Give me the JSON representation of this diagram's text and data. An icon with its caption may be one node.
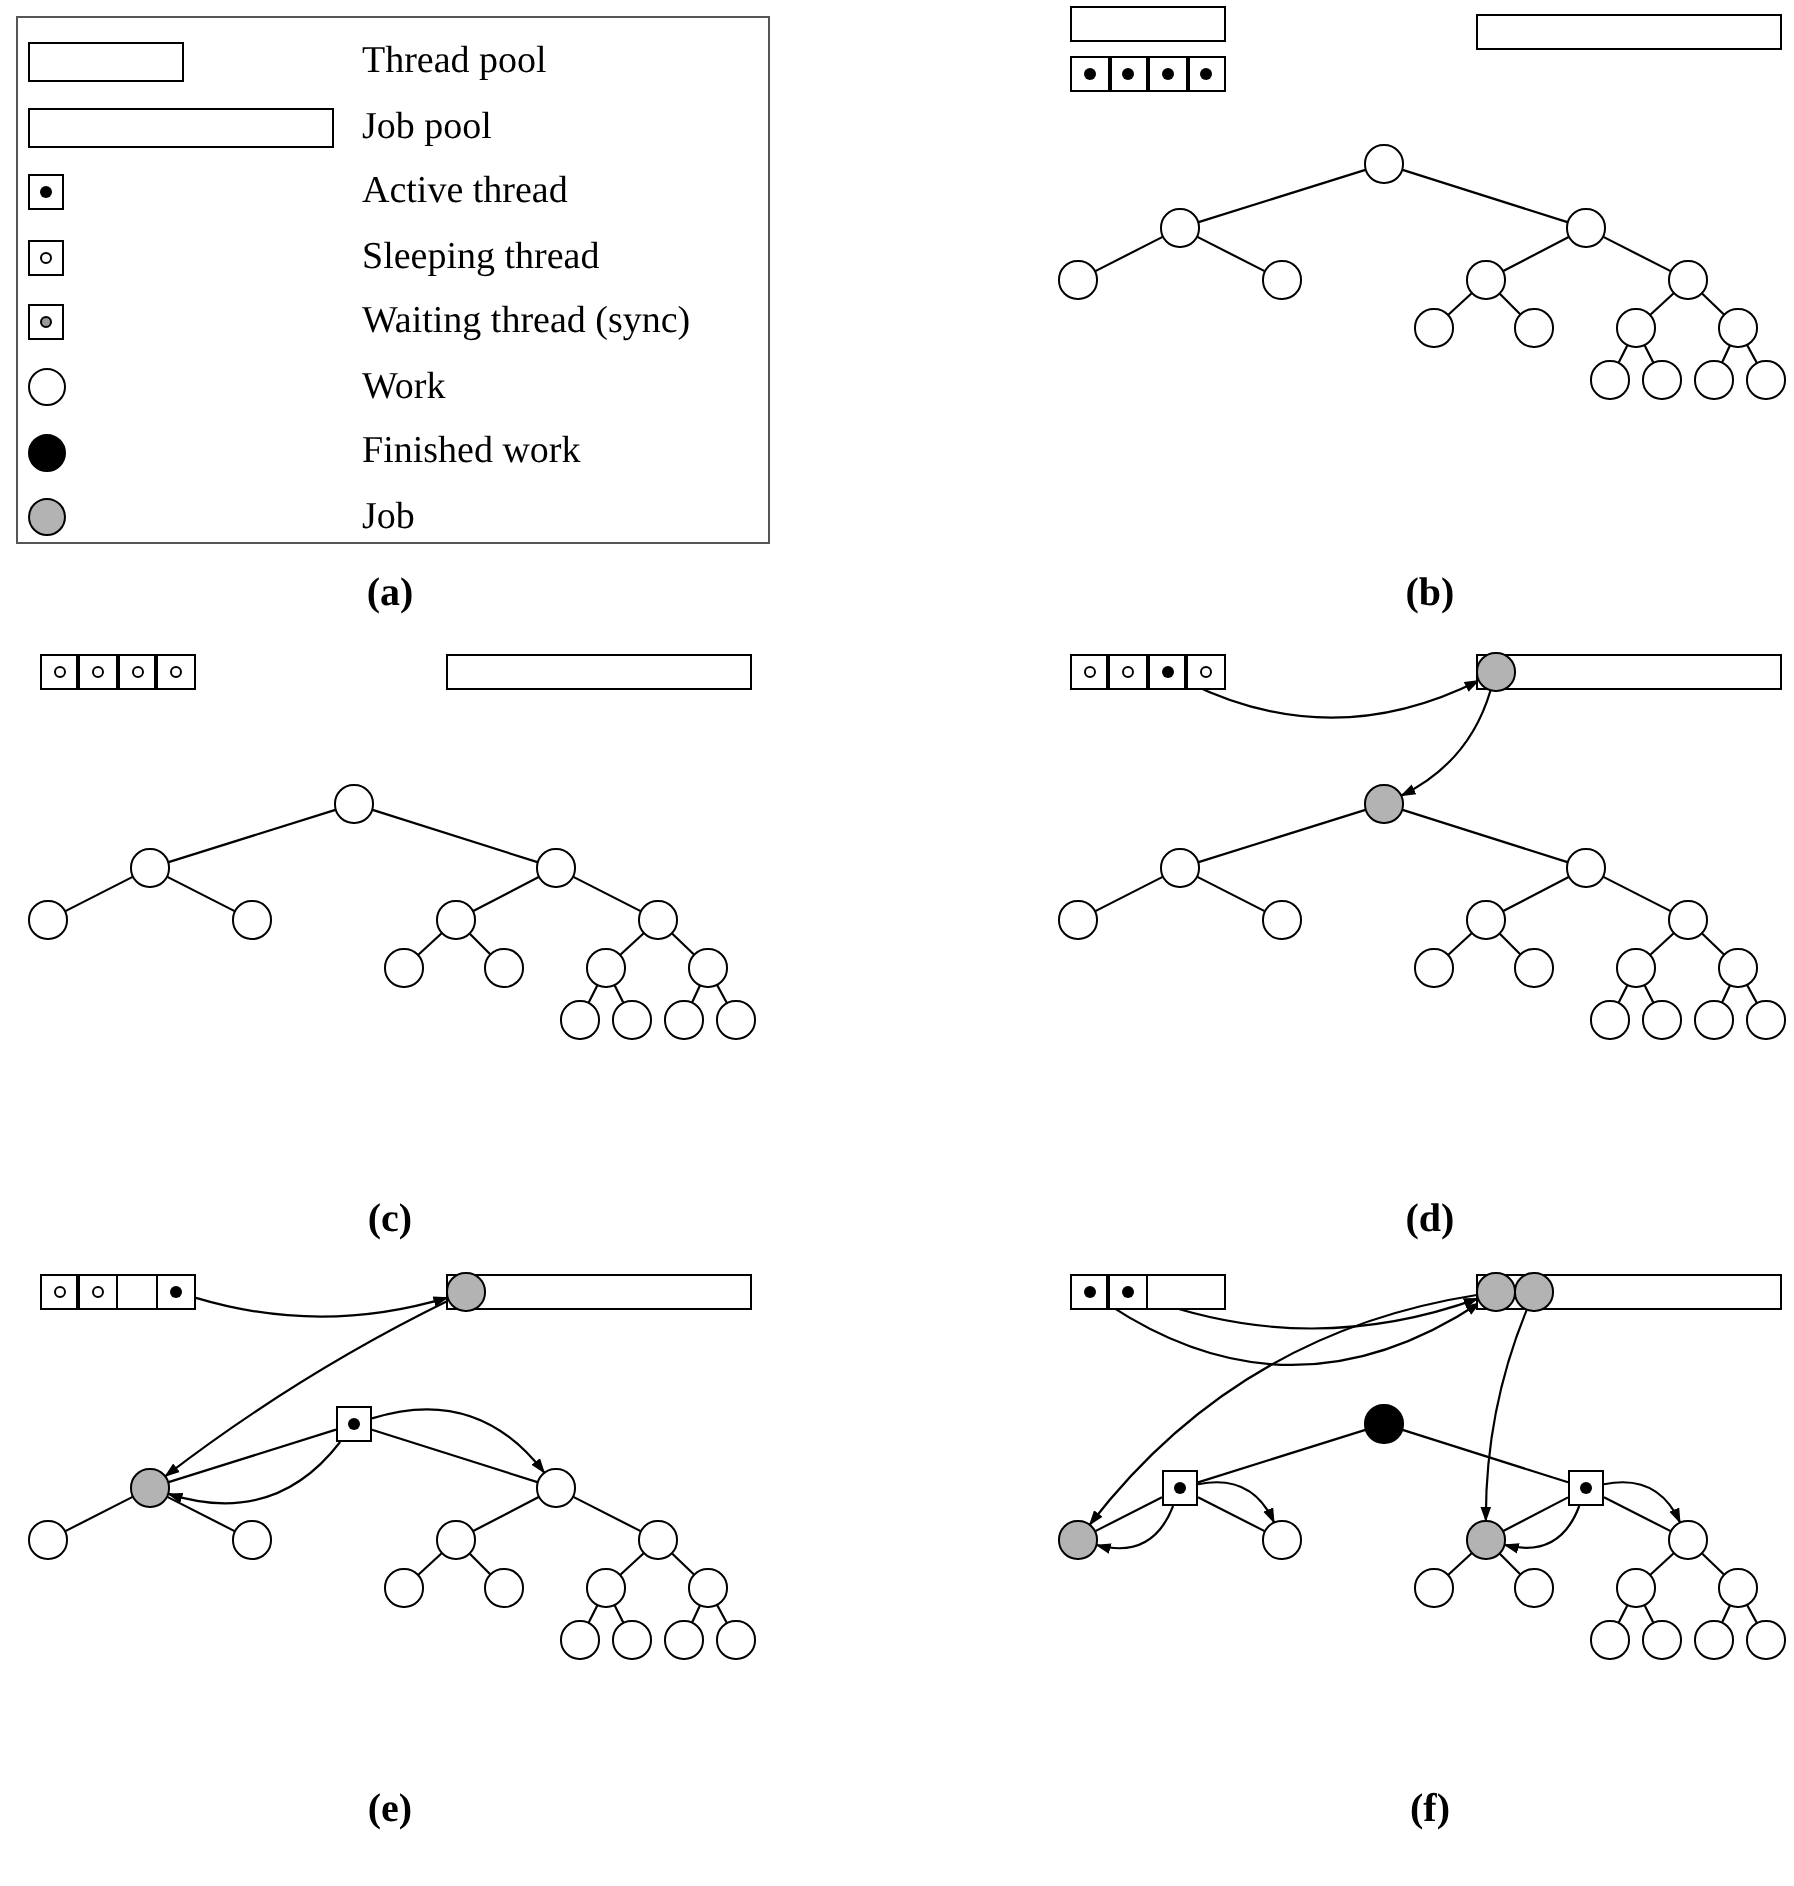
{
  "diagram": {
    "nodes": [
      {
        "text": [],
        "shape": "box"
      },
      {
        "text": [],
        "shape": "box"
      },
      {
        "text": [],
        "shape": "box"
      },
      {
        "text": [],
        "shape": "box"
      },
      {
        "text": [],
        "shape": "box"
      },
      {
        "text": [],
        "shape": "box"
      },
      {
        "text": [],
        "shape": "circle"
      },
      {
        "text": [],
        "shape": "circle"
      },
      {
        "text": [],
        "shape": "circle"
      },
      {
        "text": [],
        "shape": "circle"
      },
      {
        "text": [],
        "shape": "circle"
      },
      {
        "text": [],
        "shape": "circle"
      },
      {
        "text": [],
        "shape": "circle"
      },
      {
        "text": [],
        "shape": "circle"
      },
      {
        "text": [],
        "shape": "circle"
      },
      {
        "text": [],
        "shape": "circle"
      },
      {
        "text": [],
        "shape": "circle"
      },
      {
        "text": [],
        "shape": "circle"
      },
      {
        "text": [],
        "shape": "circle"
      },
      {
        "text": [],
        "shape": "circle"
      },
      {
        "text": [],
        "shape": "circle"
      },
      {
        "text": [],
        "shape": "box"
      },
      {
        "text": [],
        "shape": "box",
        "in": 21
      },
      {
        "text": [],
        "shape": "box",
        "in": 21
      },
      {
        "text": [],
        "shape": "box",
        "in": 21
      },
      {
        "text": [],
        "shape": "box",
        "in": 21
      },
      {
        "text": [],
        "shape": "box"
      },
      {
        "text": [],
        "shape": "circle"
      },
      {
        "text": [],
        "shape": "circle"
      },
      {
        "text": [],
        "shape": "circle"
      },
      {
        "text": [],
        "shape": "circle"
      },
      {
        "text": [],
        "shape": "circle"
      },
      {
        "text": [],
        "shape": "circle"
      },
      {
        "text": [],
        "shape": "circle"
      },
      {
        "text": [],
        "shape": "circle"
      },
      {
        "text": [],
        "shape": "circle"
      },
      {
        "text": [],
        "shape": "circle"
      },
      {
        "text": [],
        "shape": "circle"
      },
      {
        "text": [],
        "shape": "circle"
      },
      {
        "text": [],
        "shape": "circle"
      },
      {
        "text": [],
        "shape": "circle"
      },
      {
        "text": [],
        "shape": "circle"
      },
      {
        "text": [],
        "shape": "box"
      },
      {
        "text": [],
        "shape": "box",
        "in": 42
      },
      {
        "text": [],
        "shape": "box",
        "in": 42
      },
      {
        "text": [],
        "shape": "box",
        "in": 42
      },
      {
        "text": [],
        "shape": "box",
        "in": 42
      },
      {
        "text": [],
        "shape": "box"
      },
      {
        "text": [],
        "shape": "circle",
        "in": 47
      },
      {
        "text": [],
        "shape": "circle"
      },
      {
        "text": [],
        "shape": "circle"
      },
      {
        "text": [],
        "shape": "circle"
      },
      {
        "text": [],
        "shape": "circle"
      },
      {
        "text": [],
        "shape": "circle"
      },
      {
        "text": [],
        "shape": "circle"
      },
      {
        "text": [],
        "shape": "circle"
      },
      {
        "text": [],
        "shape": "circle"
      },
      {
        "text": [],
        "shape": "circle"
      },
      {
        "text": [],
        "shape": "circle"
      },
      {
        "text": [],
        "shape": "circle"
      },
      {
        "text": [],
        "shape": "circle"
      },
      {
        "text": [],
        "shape": "circle"
      },
      {
        "text": [],
        "shape": "circle"
      },
      {
        "text": [],
        "shape": "circle"
      },
      {
        "text": [],
        "shape": "box"
      },
      {
        "text": [],
        "shape": "box",
        "in": 64
      },
      {
        "text": [],
        "shape": "box",
        "in": 64
      },
      {
        "text": [],
        "shape": "box",
        "in": 64
      },
      {
        "text": [],
        "shape": "box"
      },
      {
        "text": [],
        "shape": "circle",
        "in": 68
      },
      {
        "text": [],
        "shape": "box"
      },
      {
        "text": [],
        "shape": "circle"
      },
      {
        "text": [],
        "shape": "circle"
      },
      {
        "text": [],
        "shape": "circle"
      },
      {
        "text": [],
        "shape": "circle"
      },
      {
        "text": [],
        "shape": "circle"
      },
      {
        "text": [],
        "shape": "circle"
      },
      {
        "text": [],
        "shape": "circle"
      },
      {
        "text": [],
        "shape": "circle"
      },
      {
        "text": [],
        "shape": "circle"
      },
      {
        "text": [],
        "shape": "circle"
      },
      {
        "text": [],
        "shape": "circle"
      },
      {
        "text": [],
        "shape": "circle"
      },
      {
        "text": [],
        "shape": "circle"
      },
      {
        "text": [],
        "shape": "circle"
      },
      {
        "text": [],
        "shape": "box"
      },
      {
        "text": [],
        "shape": "box",
        "in": 85
      },
      {
        "text": [],
        "shape": "box",
        "in": 85
      },
      {
        "text": [],
        "shape": "box"
      },
      {
        "text": [],
        "shape": "circle",
        "in": 88
      },
      {
        "text": [],
        "shape": "circle",
        "in": 88
      },
      {
        "text": [],
        "shape": "circle"
      },
      {
        "text": [],
        "shape": "box"
      },
      {
        "text": [],
        "shape": "box"
      },
      {
        "text": [],
        "shape": "circle"
      },
      {
        "text": [],
        "shape": "circle"
      },
      {
        "text": [],
        "shape": "circle"
      },
      {
        "text": [],
        "shape": "circle"
      },
      {
        "text": [],
        "shape": "circle"
      },
      {
        "text": [],
        "shape": "circle"
      },
      {
        "text": [],
        "shape": "circle"
      },
      {
        "text": [],
        "shape": "circle"
      },
      {
        "text": [],
        "shape": "circle"
      },
      {
        "text": [],
        "shape": "circle"
      },
      {
        "text": [],
        "shape": "circle"
      },
      {
        "text": [],
        "shape": "circle"
      }
    ],
    "edges": [
      {
        "from": 6,
        "to": 7,
        "arrow": "none"
      },
      {
        "from": 6,
        "to": 8,
        "arrow": "none"
      },
      {
        "from": 7,
        "to": 9,
        "arrow": "none"
      },
      {
        "from": 7,
        "to": 10,
        "arrow": "none"
      },
      {
        "from": 8,
        "to": 11,
        "arrow": "none"
      },
      {
        "from": 8,
        "to": 12,
        "arrow": "none"
      },
      {
        "from": 11,
        "to": 13,
        "arrow": "none"
      },
      {
        "from": 11,
        "to": 14,
        "arrow": "none"
      },
      {
        "from": 12,
        "to": 15,
        "arrow": "none"
      },
      {
        "from": 12,
        "to": 16,
        "arrow": "none"
      },
      {
        "from": 15,
        "to": 17,
        "arrow": "none"
      },
      {
        "from": 15,
        "to": 18,
        "arrow": "none"
      },
      {
        "from": 16,
        "to": 19,
        "arrow": "none"
      },
      {
        "from": 16,
        "to": 20,
        "arrow": "none"
      },
      {
        "from": 27,
        "to": 28,
        "arrow": "none"
      },
      {
        "from": 27,
        "to": 29,
        "arrow": "none"
      },
      {
        "from": 28,
        "to": 30,
        "arrow": "none"
      },
      {
        "from": 28,
        "to": 31,
        "arrow": "none"
      },
      {
        "from": 29,
        "to": 32,
        "arrow": "none"
      },
      {
        "from": 29,
        "to": 33,
        "arrow": "none"
      },
      {
        "from": 32,
        "to": 34,
        "arrow": "none"
      },
      {
        "from": 32,
        "to": 35,
        "arrow": "none"
      },
      {
        "from": 33,
        "to": 36,
        "arrow": "none"
      },
      {
        "from": 33,
        "to": 37,
        "arrow": "none"
      },
      {
        "from": 36,
        "to": 38,
        "arrow": "none"
      },
      {
        "from": 36,
        "to": 39,
        "arrow": "none"
      },
      {
        "from": 37,
        "to": 40,
        "arrow": "none"
      },
      {
        "from": 37,
        "to": 41,
        "arrow": "none"
      },
      {
        "from": 49,
        "to": 50,
        "arrow": "none"
      },
      {
        "from": 49,
        "to": 51,
        "arrow": "none"
      },
      {
        "from": 50,
        "to": 52,
        "arrow": "none"
      },
      {
        "from": 50,
        "to": 53,
        "arrow": "none"
      },
      {
        "from": 51,
        "to": 54,
        "arrow": "none"
      },
      {
        "from": 51,
        "to": 55,
        "arrow": "none"
      },
      {
        "from": 54,
        "to": 56,
        "arrow": "none"
      },
      {
        "from": 54,
        "to": 57,
        "arrow": "none"
      },
      {
        "from": 55,
        "to": 58,
        "arrow": "none"
      },
      {
        "from": 55,
        "to": 59,
        "arrow": "none"
      },
      {
        "from": 58,
        "to": 60,
        "arrow": "none"
      },
      {
        "from": 58,
        "to": 61,
        "arrow": "none"
      },
      {
        "from": 59,
        "to": 62,
        "arrow": "none"
      },
      {
        "from": 59,
        "to": 63,
        "arrow": "none"
      },
      {
        "from": 45,
        "to": 48,
        "arrow": "to"
      },
      {
        "from": 48,
        "to": 49,
        "arrow": "to"
      },
      {
        "from": 70,
        "to": 71,
        "arrow": "none"
      },
      {
        "from": 70,
        "to": 72,
        "arrow": "none"
      },
      {
        "from": 71,
        "to": 73,
        "arrow": "none"
      },
      {
        "from": 71,
        "to": 74,
        "arrow": "none"
      },
      {
        "from": 72,
        "to": 75,
        "arrow": "none"
      },
      {
        "from": 72,
        "to": 76,
        "arrow": "none"
      },
      {
        "from": 75,
        "to": 77,
        "arrow": "none"
      },
      {
        "from": 75,
        "to": 78,
        "arrow": "none"
      },
      {
        "from": 76,
        "to": 79,
        "arrow": "none"
      },
      {
        "from": 76,
        "to": 80,
        "arrow": "none"
      },
      {
        "from": 79,
        "to": 81,
        "arrow": "none"
      },
      {
        "from": 79,
        "to": 82,
        "arrow": "none"
      },
      {
        "from": 80,
        "to": 83,
        "arrow": "none"
      },
      {
        "from": 80,
        "to": 84,
        "arrow": "none"
      },
      {
        "from": 67,
        "to": 69,
        "arrow": "to"
      },
      {
        "from": 69,
        "to": 71,
        "arrow": "to"
      },
      {
        "from": 70,
        "to": 71,
        "arrow": "to"
      },
      {
        "from": 70,
        "to": 72,
        "arrow": "to"
      },
      {
        "from": 91,
        "to": 92,
        "arrow": "none"
      },
      {
        "from": 91,
        "to": 93,
        "arrow": "none"
      },
      {
        "from": 92,
        "to": 94,
        "arrow": "none"
      },
      {
        "from": 92,
        "to": 95,
        "arrow": "none"
      },
      {
        "from": 93,
        "to": 96,
        "arrow": "none"
      },
      {
        "from": 93,
        "to": 97,
        "arrow": "none"
      },
      {
        "from": 96,
        "to": 98,
        "arrow": "none"
      },
      {
        "from": 96,
        "to": 99,
        "arrow": "none"
      },
      {
        "from": 97,
        "to": 100,
        "arrow": "none"
      },
      {
        "from": 97,
        "to": 101,
        "arrow": "none"
      },
      {
        "from": 100,
        "to": 102,
        "arrow": "none"
      },
      {
        "from": 100,
        "to": 103,
        "arrow": "none"
      },
      {
        "from": 101,
        "to": 104,
        "arrow": "none"
      },
      {
        "from": 101,
        "to": 105,
        "arrow": "none"
      },
      {
        "from": 86,
        "to": 89,
        "arrow": "to"
      },
      {
        "from": 87,
        "to": 89,
        "arrow": "to"
      },
      {
        "from": 89,
        "to": 94,
        "arrow": "to"
      },
      {
        "from": 90,
        "to": 96,
        "arrow": "to"
      },
      {
        "from": 92,
        "to": 94,
        "arrow": "to"
      },
      {
        "from": 92,
        "to": 95,
        "arrow": "to"
      },
      {
        "from": 93,
        "to": 96,
        "arrow": "to"
      },
      {
        "from": 93,
        "to": 97,
        "arrow": "to"
      }
    ],
    "labels": [
      "(a)",
      "(b)",
      "(c)",
      "(d)",
      "(e)",
      "(f)"
    ],
    "legend": [
      {
        "text": "Thread pool"
      },
      {
        "text": "Job pool"
      },
      {
        "text": "Active thread"
      },
      {
        "text": "Sleeping thread"
      },
      {
        "text": "Waiting thread (sync)"
      },
      {
        "text": "Work"
      },
      {
        "text": "Finished work"
      },
      {
        "text": "Job"
      }
    ]
  }
}
